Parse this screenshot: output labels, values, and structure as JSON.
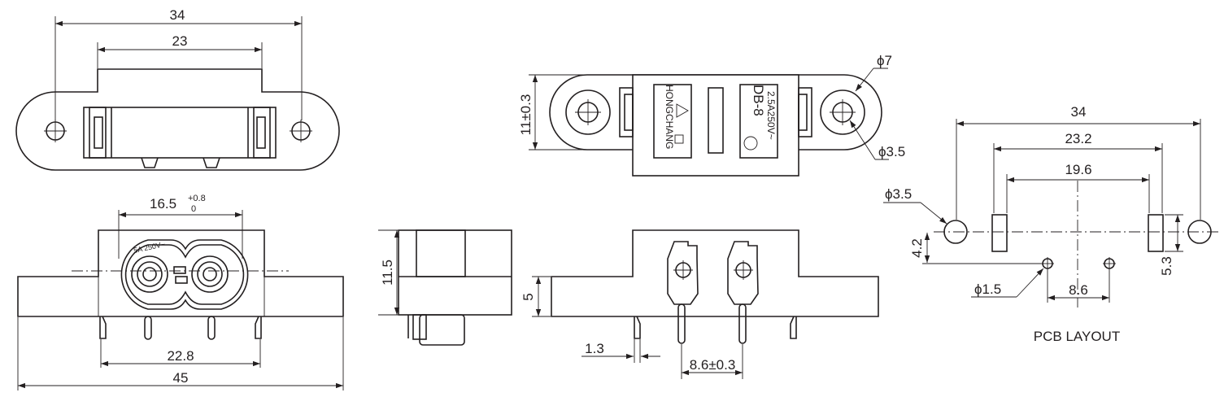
{
  "dimensions": {
    "top_overall": "34",
    "top_inner": "23",
    "front_width": "16.5",
    "front_tol_plus": "+0.8",
    "front_tol_zero": "0",
    "front_bottom_pins": "22.8",
    "front_overall": "45",
    "side_height": "11.5",
    "back_height": "5",
    "back_pin": "1.3",
    "back_pitch": "8.6±0.3",
    "plan_height": "11±0.3",
    "plan_boss": "ϕ7",
    "plan_hole": "ϕ3.5",
    "pcb_overall": "34",
    "pcb_slots_outer": "23.2",
    "pcb_slots_inner": "19.6",
    "pcb_hole_large": "ϕ3.5",
    "pcb_offset": "4.2",
    "pcb_hole_small": "ϕ1.5",
    "pcb_pitch": "8.6",
    "pcb_slot_len": "5.3"
  },
  "labels": {
    "pcb_title": "PCB LAYOUT",
    "brand": "HONGCHANG",
    "model": "DB-8",
    "rating": "2.5A250V~",
    "socket_rating": "5A 250V~"
  }
}
